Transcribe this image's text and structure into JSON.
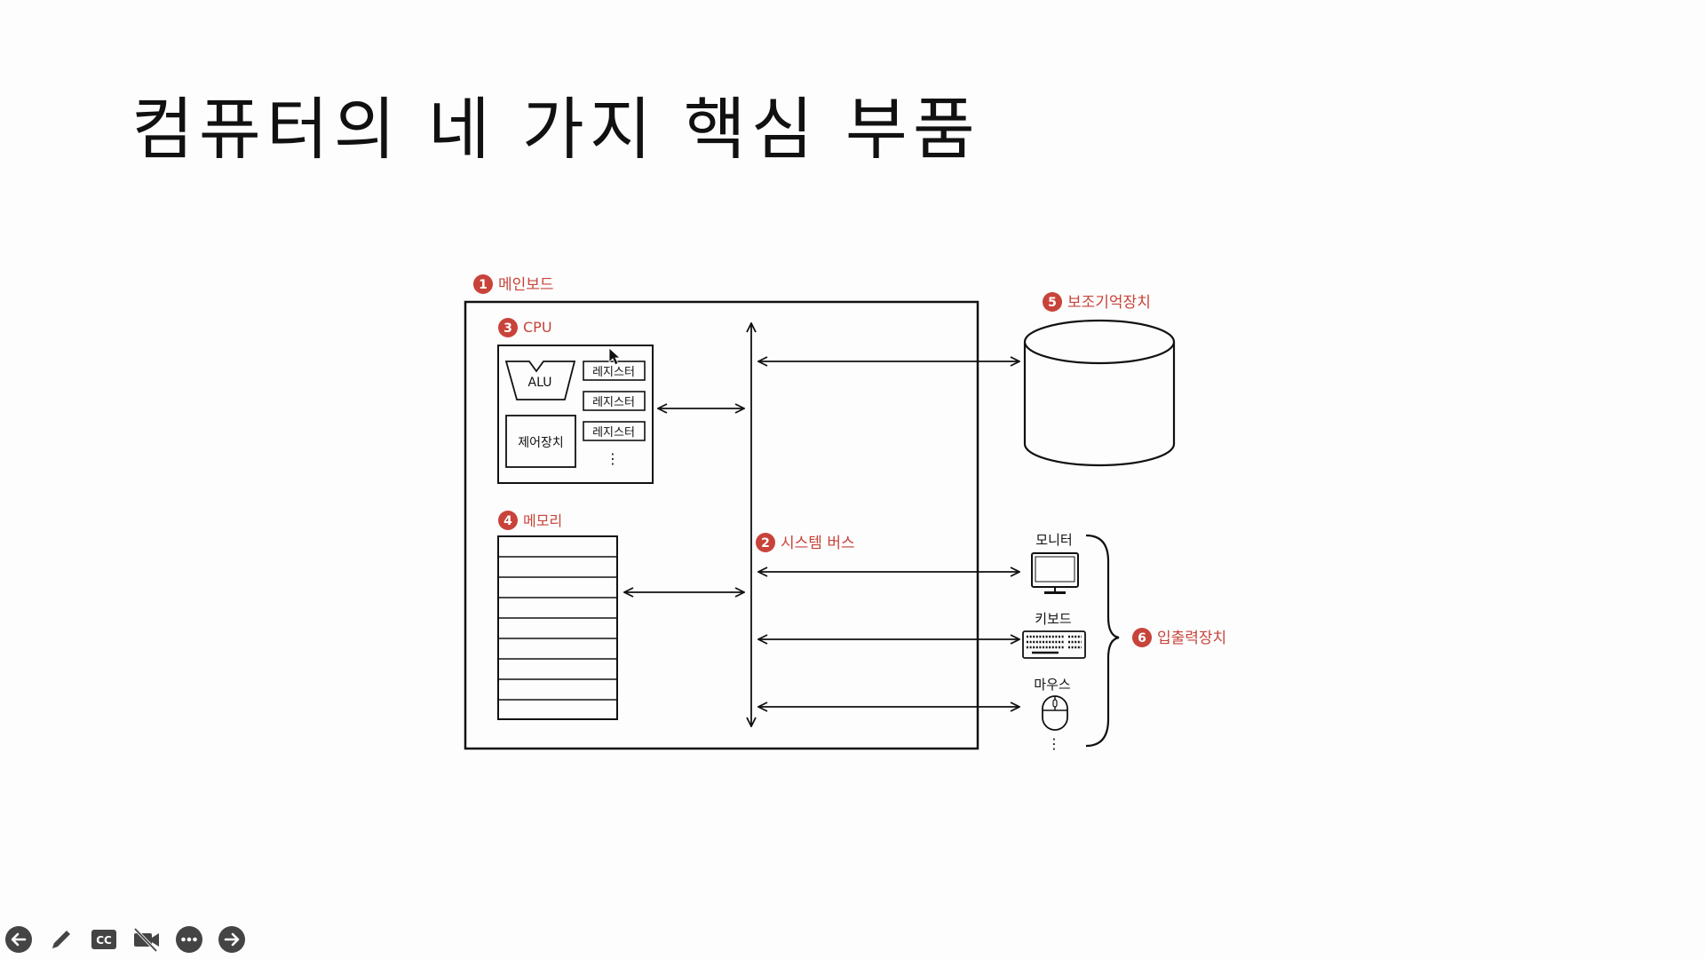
{
  "slide": {
    "title": "컴퓨터의 네 가지 핵심 부품"
  },
  "diagram": {
    "mainboard": {
      "num": "1",
      "label": "메인보드"
    },
    "system_bus": {
      "num": "2",
      "label": "시스템 버스"
    },
    "cpu": {
      "num": "3",
      "label": "CPU",
      "alu": "ALU",
      "control_unit": "제어장치",
      "registers": [
        "레지스터",
        "레지스터",
        "레지스터"
      ],
      "more": "⋮"
    },
    "memory": {
      "num": "4",
      "label": "메모리"
    },
    "storage": {
      "num": "5",
      "label": "보조기억장치"
    },
    "io": {
      "num": "6",
      "label": "입출력장치",
      "monitor": "모니터",
      "keyboard": "키보드",
      "mouse": "마우스",
      "more": "⋮"
    }
  },
  "colors": {
    "accent": "#c8433a",
    "ink": "#111111",
    "toolbar_icon": "#444444"
  },
  "toolbar": {
    "icons": [
      "arrow-left-icon",
      "pen-icon",
      "cc-icon",
      "camera-off-icon",
      "more-icon",
      "arrow-right-icon"
    ],
    "cc_label": "CC"
  }
}
